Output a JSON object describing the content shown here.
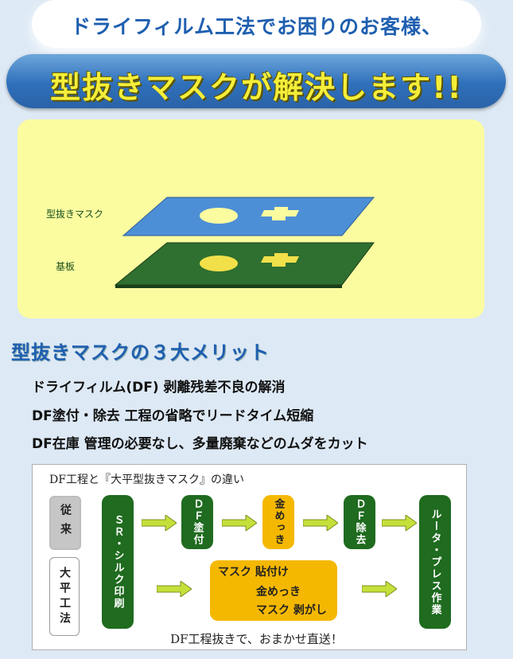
{
  "header": {
    "line1": "ドライフィルム工法でお困りのお客様、",
    "line2": "型抜きマスクが解決します!!"
  },
  "illustration": {
    "mask_label": "型抜きマスク",
    "substrate_label": "基板",
    "colors": {
      "mask": "#4d8fd6",
      "substrate": "#2f6f2f",
      "cutout": "#f2e04a",
      "background": "#fbfba0"
    }
  },
  "merits": {
    "title": "型抜きマスクの３大メリット",
    "items": [
      "ドライフィルム(DF) 剥離残差不良の解消",
      "DF塗付・除去  工程の省略でリードタイム短縮",
      "DF在庫 管理の必要なし、多量廃棄などのムダをカット"
    ]
  },
  "process": {
    "title": "DF工程と『大平型抜きマスク』の違い",
    "conventional_tag": "従来",
    "ohira_tag": "大平工法",
    "steps": {
      "sr_silk": "ＳＲ・シルク印刷",
      "df_coat": "ＤＦ塗付",
      "plating": "金めっき",
      "df_remove": "ＤＦ除去",
      "router_press": "ルータ・プレス作業"
    },
    "ohira_steps": [
      "マスク 貼付け",
      "金めっき",
      "マスク 剥がし"
    ],
    "footer": "DF工程抜きで、おまかせ直送！",
    "colors": {
      "green_box": "#1f6b1f",
      "orange_box": "#f5b800",
      "arrow": "#c5e03a"
    }
  }
}
